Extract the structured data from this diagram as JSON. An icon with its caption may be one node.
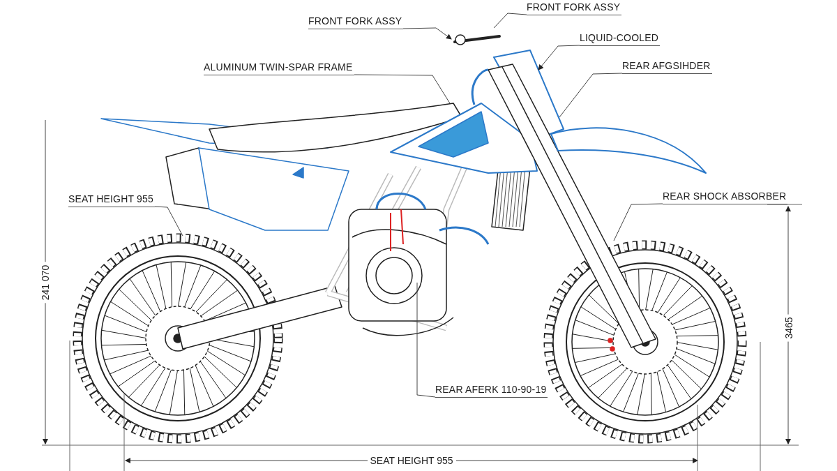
{
  "diagram": {
    "nodes": [
      {
        "text": [
          "FRONT FORK ASSY"
        ]
      },
      {
        "text": [
          "FRONT FORK ASSY"
        ]
      },
      {
        "text": [
          "LIQUID-COOLED"
        ]
      },
      {
        "text": [
          "REAR AFGSIHDER"
        ]
      },
      {
        "text": [
          "ALUMINUM TWIN-SPAR FRAME"
        ]
      },
      {
        "text": [
          "SEAT HEIGHT 955"
        ]
      },
      {
        "text": [
          "REAR SHOCK ABSORBER"
        ]
      },
      {
        "text": [
          "REAR AFERK 110-90-19"
        ]
      }
    ],
    "edges": [
      {
        "from": 0,
        "to": null,
        "arrow": "none"
      },
      {
        "from": 1,
        "to": null,
        "arrow": "to"
      },
      {
        "from": 2,
        "to": null,
        "arrow": "to"
      },
      {
        "from": 3,
        "to": null,
        "arrow": "none"
      },
      {
        "from": 4,
        "to": null,
        "arrow": "none"
      },
      {
        "from": 5,
        "to": null,
        "arrow": "none"
      },
      {
        "from": 6,
        "to": null,
        "arrow": "none"
      },
      {
        "from": 7,
        "to": null,
        "arrow": "none"
      }
    ],
    "labels": [
      "241 070",
      "3465",
      "SEAT HEIGHT 955"
    ]
  }
}
